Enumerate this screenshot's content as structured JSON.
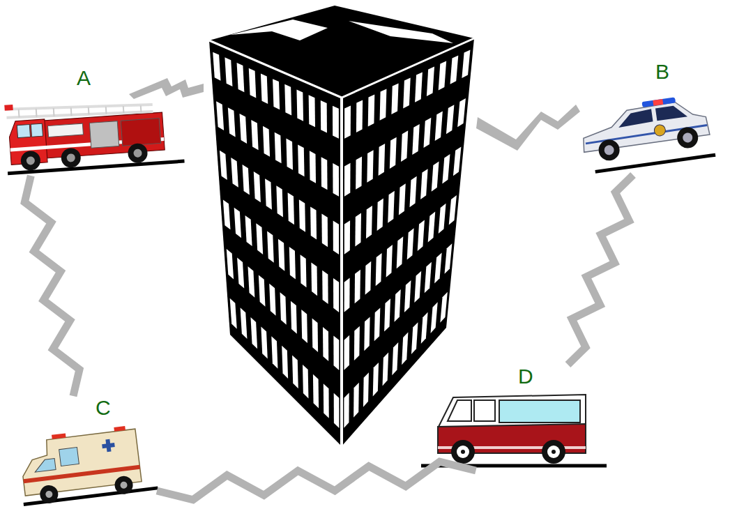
{
  "diagram": {
    "nodes": [
      {
        "text": [
          "A"
        ]
      },
      {
        "text": [
          "B"
        ]
      },
      {
        "text": [
          "C"
        ]
      },
      {
        "text": [
          "D"
        ]
      }
    ],
    "edges": [
      {
        "from": 0,
        "to": 2,
        "arrow": "none"
      },
      {
        "from": 1,
        "to": 3,
        "arrow": "none"
      },
      {
        "from": 2,
        "to": 3,
        "arrow": "none"
      }
    ]
  }
}
